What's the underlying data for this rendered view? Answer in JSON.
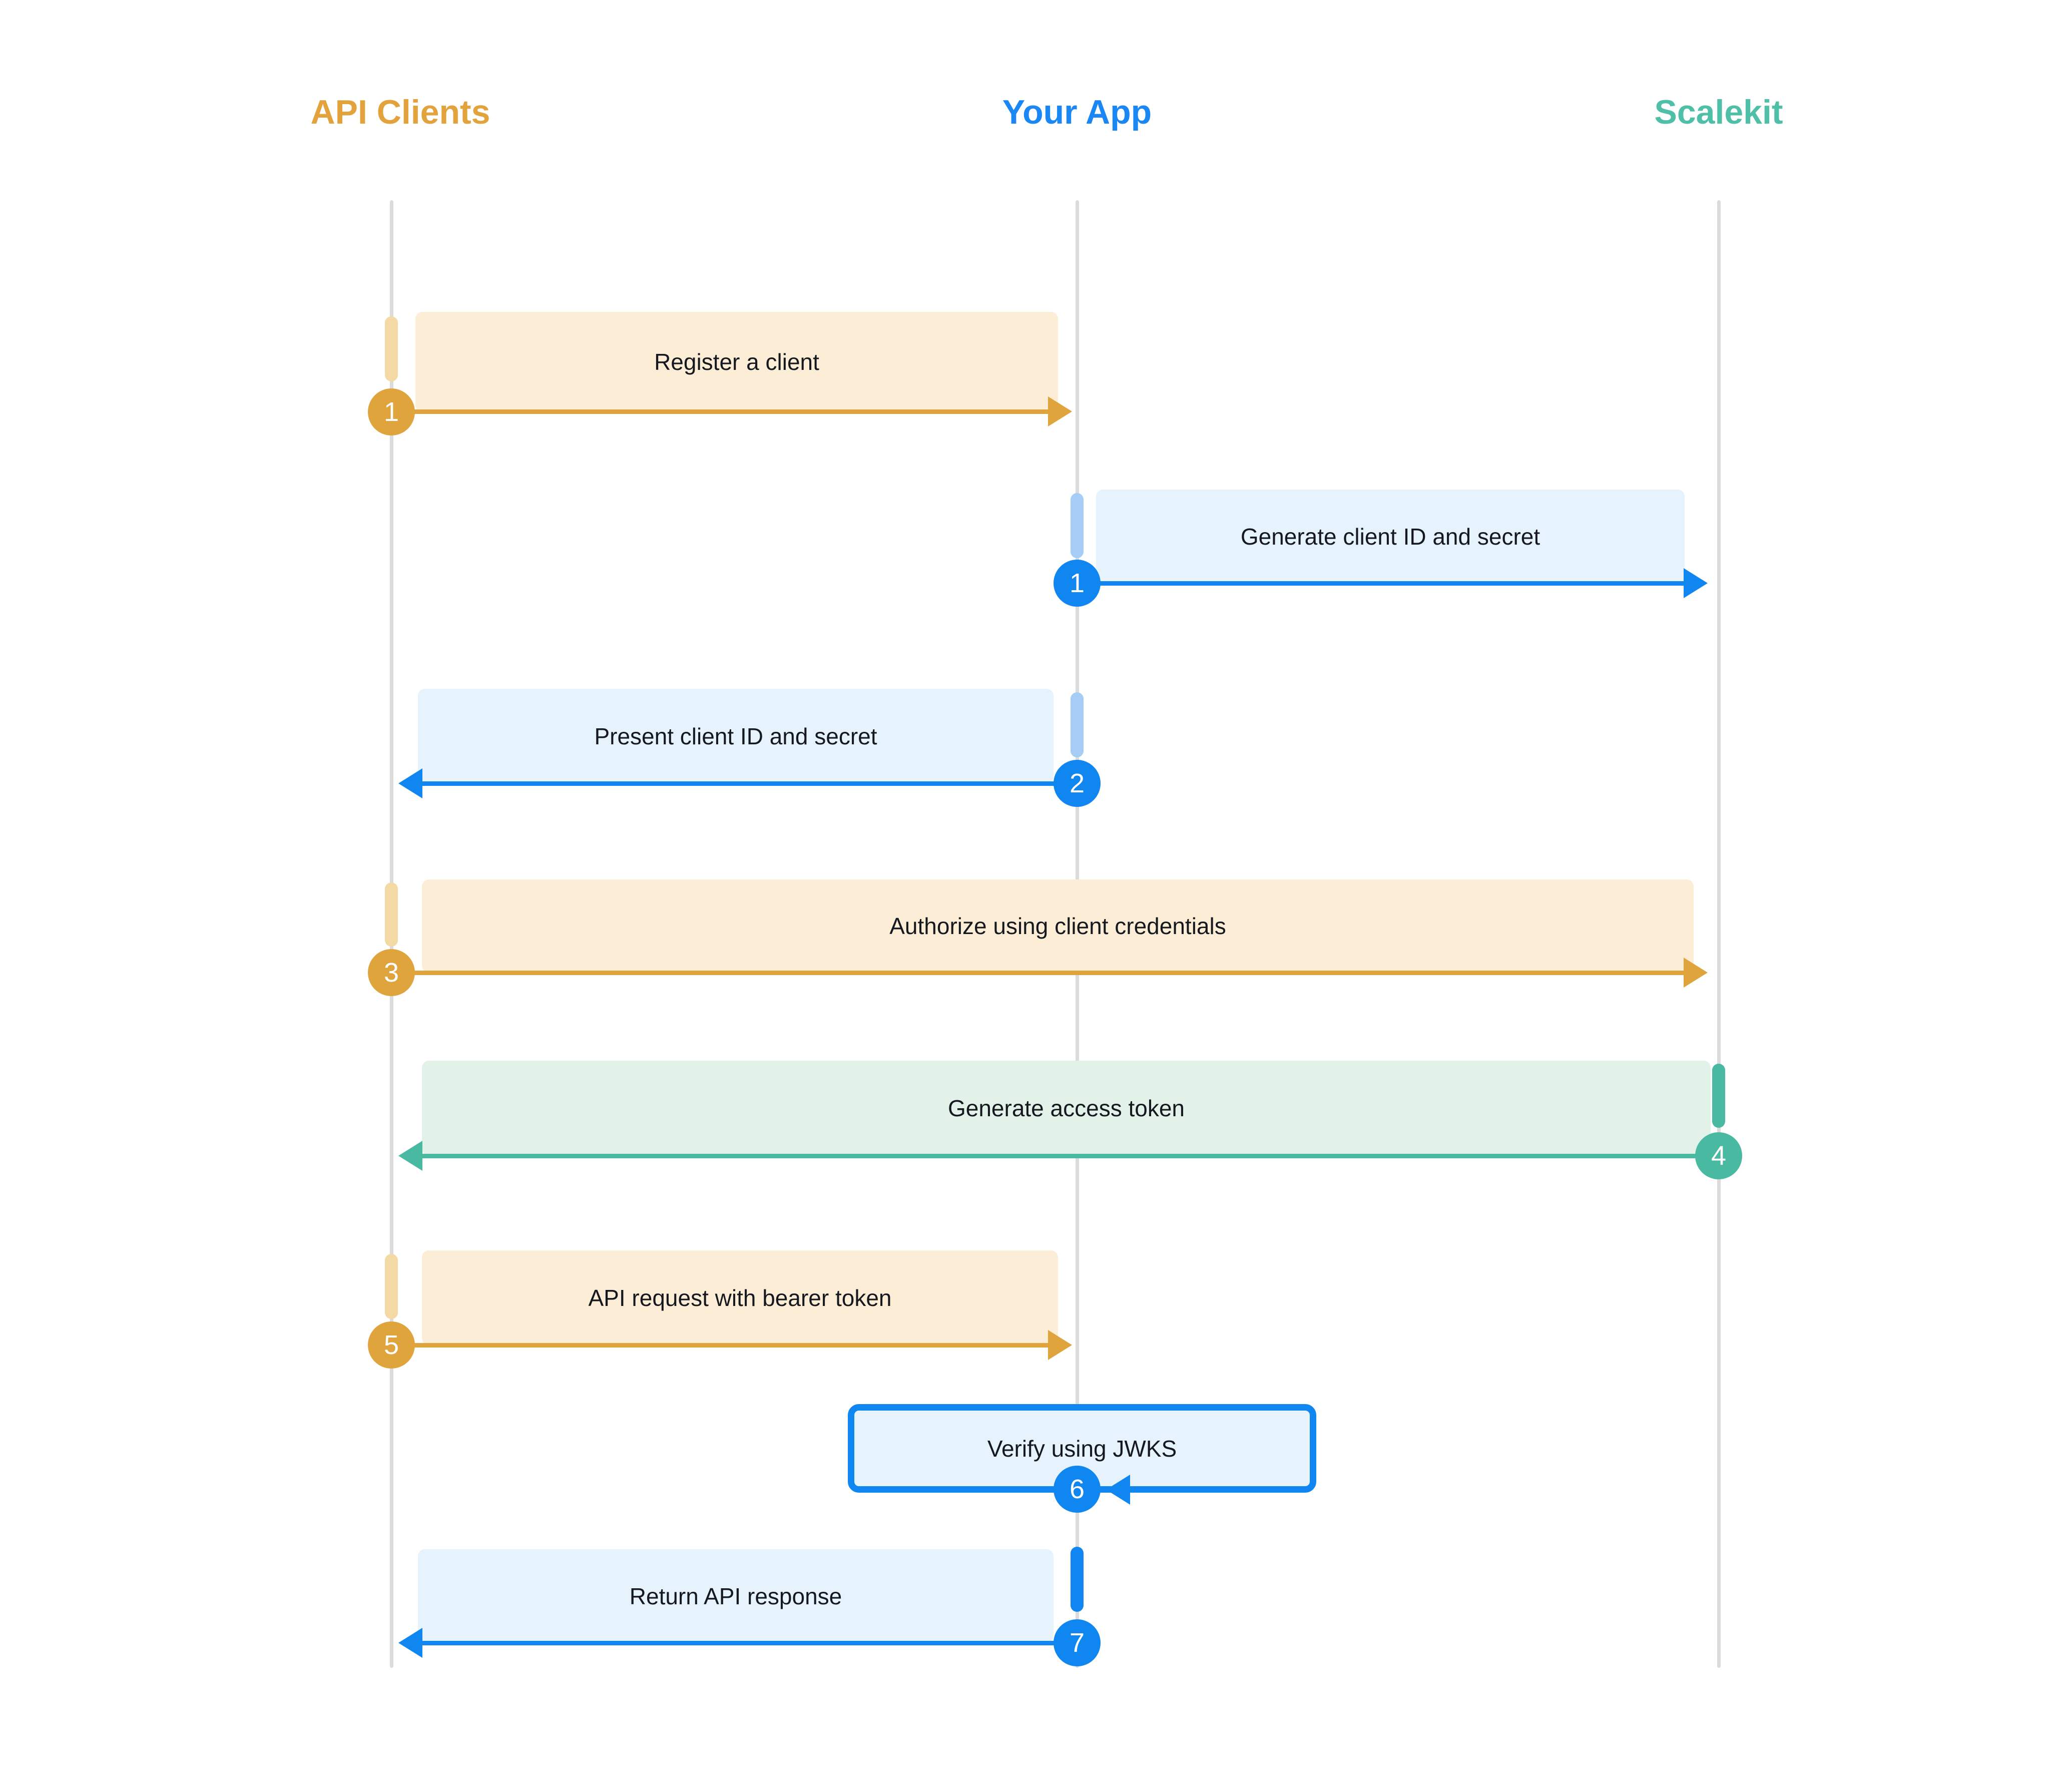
{
  "actors": [
    {
      "label": "API Clients",
      "color": "#E2A33C"
    },
    {
      "label": "Your App",
      "color": "#1B87F5"
    },
    {
      "label": "Scalekit",
      "color": "#4FC0A7"
    }
  ],
  "messages": [
    {
      "n": "1",
      "label": "Register a client",
      "from": "API Clients",
      "to": "Your App",
      "theme": "orange"
    },
    {
      "n": "1",
      "label": "Generate client ID and secret",
      "from": "Your App",
      "to": "Scalekit",
      "theme": "blue"
    },
    {
      "n": "2",
      "label": "Present client ID and secret",
      "from": "Your App",
      "to": "API Clients",
      "theme": "blue"
    },
    {
      "n": "3",
      "label": "Authorize using client credentials",
      "from": "API Clients",
      "to": "Scalekit",
      "theme": "orange"
    },
    {
      "n": "4",
      "label": "Generate access token",
      "from": "Scalekit",
      "to": "API Clients",
      "theme": "teal"
    },
    {
      "n": "5",
      "label": "API request with bearer token",
      "from": "API Clients",
      "to": "Your App",
      "theme": "orange"
    },
    {
      "n": "6",
      "label": "Verify using JWKS",
      "from": "Your App",
      "to": "Your App",
      "theme": "blue",
      "self_message": true
    },
    {
      "n": "7",
      "label": "Return API response",
      "from": "Your App",
      "to": "API Clients",
      "theme": "blue"
    }
  ],
  "colors": {
    "orange_accent": "#DFA43C",
    "orange_activation": "#F3D9A3",
    "orange_fill": "#FCEDD6",
    "blue_accent": "#0F86F0",
    "blue_activation_light": "#A5CDF6",
    "blue_fill": "#E6F2FC",
    "teal_accent": "#49B9A1",
    "teal_fill": "#E2F2E9",
    "lifeline_gray": "#DBDBDB",
    "text": "#15181E",
    "background": "#FFFFFF"
  }
}
